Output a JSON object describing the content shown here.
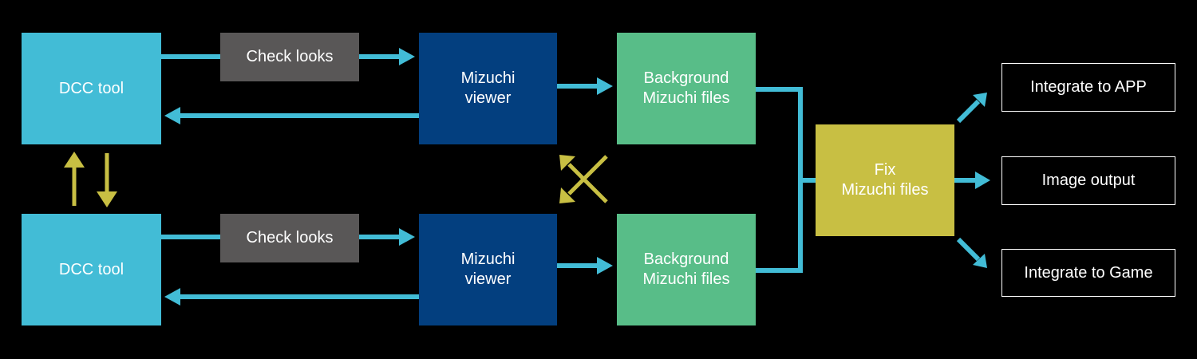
{
  "colors": {
    "background": "#000000",
    "dcc_tool": "#42bcd6",
    "check_looks": "#595757",
    "mizuchi_viewer": "#033f7f",
    "background_files": "#58bd88",
    "fix_files": "#c8bf43",
    "arrow_cyan": "#42bcd6",
    "arrow_yellow": "#c8bf43",
    "text": "#ffffff"
  },
  "pipelines": [
    {
      "dcc_tool": "DCC tool",
      "check_looks": "Check looks",
      "viewer": [
        "Mizuchi",
        "viewer"
      ],
      "background_files": [
        "Background",
        "Mizuchi files"
      ]
    },
    {
      "dcc_tool": "DCC tool",
      "check_looks": "Check looks",
      "viewer": [
        "Mizuchi",
        "viewer"
      ],
      "background_files": [
        "Background",
        "Mizuchi files"
      ]
    }
  ],
  "fix_files": [
    "Fix",
    "Mizuchi files"
  ],
  "outputs": [
    "Integrate to APP",
    "Image output",
    "Integrate to Game"
  ]
}
